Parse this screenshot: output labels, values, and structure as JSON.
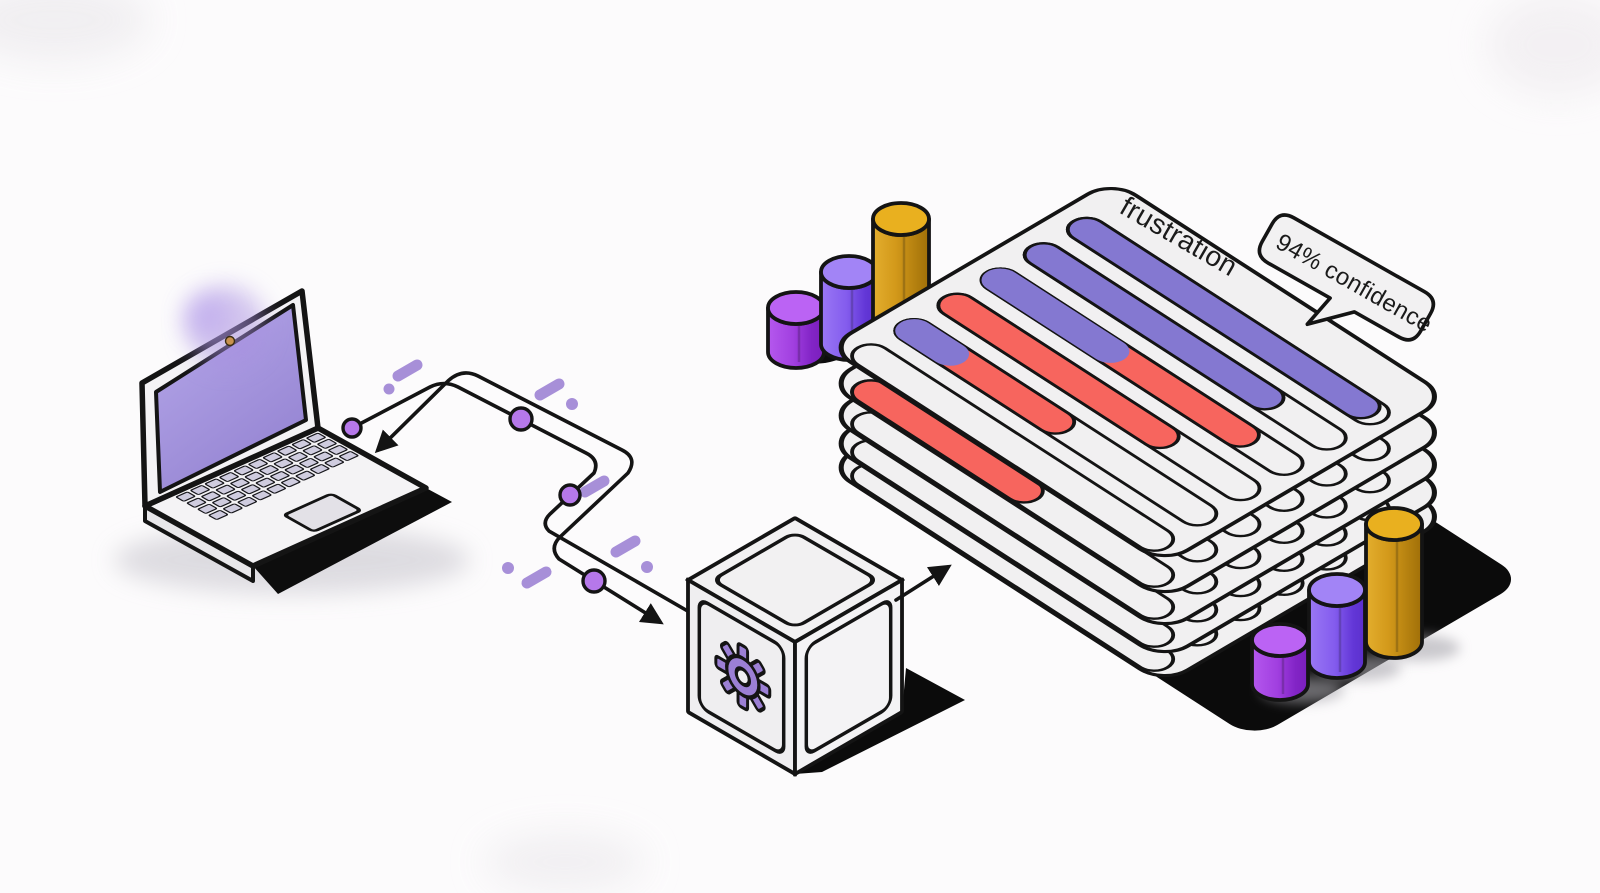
{
  "scene": {
    "type": "isometric-illustration",
    "background": "#fcfbfc",
    "labels": {
      "top_card": "frustration",
      "confidence_badge": "94% confidence"
    },
    "colors": {
      "outline": "#141414",
      "card_fill": "#f1f0f1",
      "bar_purple": "#8478d1",
      "bar_red": "#f7655e",
      "laptop_screen": "#9d8cd8",
      "flow_node": "#b678ea",
      "flow_dash": "#a78fd8",
      "gear_purple": "#9b7fd4",
      "cyl_magenta": "#a13fe0",
      "cyl_violet": "#845cee",
      "cyl_gold": "#d3991a",
      "shadow_black": "#0b0b0b"
    },
    "stack": {
      "card_count": 5,
      "top_card_bars": [
        {
          "segments": [
            {
              "color": "purple",
              "frac": 0.97
            }
          ]
        },
        {
          "segments": [
            {
              "color": "purple",
              "frac": 0.8
            }
          ]
        },
        {
          "segments": [
            {
              "color": "purple",
              "frac": 0.44
            },
            {
              "color": "red",
              "frac": 0.42
            }
          ]
        },
        {
          "segments": [
            {
              "color": "red",
              "frac": 0.74
            }
          ]
        },
        {
          "segments": [
            {
              "color": "purple",
              "frac": 0.2
            },
            {
              "color": "red",
              "frac": 0.34
            }
          ]
        },
        {
          "segments": []
        }
      ],
      "second_card_bars": [
        {
          "segments": []
        },
        {
          "segments": []
        },
        {
          "segments": []
        },
        {
          "segments": []
        },
        {
          "segments": []
        },
        {
          "segments": [
            {
              "color": "red",
              "frac": 0.58
            }
          ]
        }
      ]
    },
    "cylinder_groups": [
      {
        "position": "top-left",
        "cylinders": [
          {
            "color": "magenta",
            "size": "small"
          },
          {
            "color": "violet",
            "size": "medium"
          },
          {
            "color": "gold",
            "size": "tall"
          }
        ]
      },
      {
        "position": "bottom-right",
        "cylinders": [
          {
            "color": "magenta",
            "size": "small"
          },
          {
            "color": "violet",
            "size": "medium"
          },
          {
            "color": "gold",
            "size": "tall"
          }
        ]
      }
    ],
    "flow": {
      "node_count": 4,
      "arrow_count": 3
    }
  }
}
